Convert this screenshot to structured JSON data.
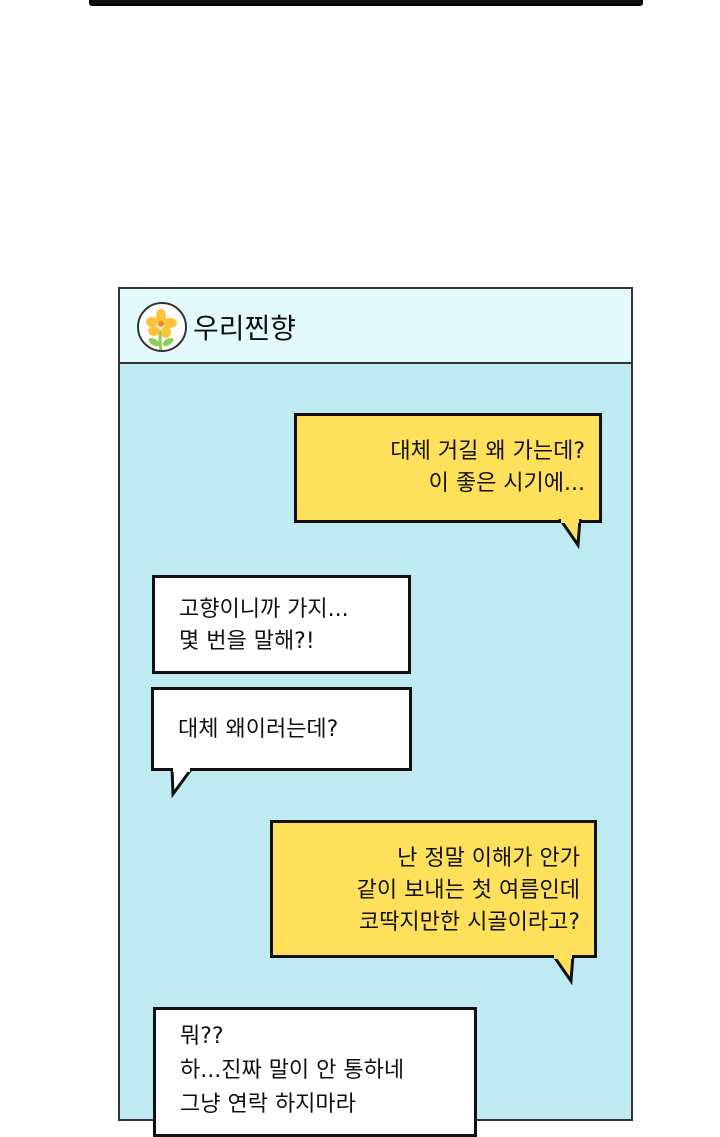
{
  "chat": {
    "title": "우리찐향",
    "avatar_icon": "flower-icon",
    "colors": {
      "header": "#e3fafd",
      "body": "#c0eaf1",
      "mine": "#ffe05a",
      "theirs": "#ffffff"
    },
    "messages": [
      {
        "side": "right",
        "lines": [
          "대체 거길 왜 가는데?",
          "이 좋은 시기에..."
        ]
      },
      {
        "side": "left",
        "lines": [
          "고향이니까 가지...",
          "몇 번을 말해?!"
        ]
      },
      {
        "side": "left",
        "lines": [
          "대체 왜이러는데?"
        ]
      },
      {
        "side": "right",
        "lines": [
          "난 정말 이해가 안가",
          "같이 보내는 첫 여름인데",
          "코딱지만한 시골이라고?"
        ]
      },
      {
        "side": "left",
        "lines": [
          "뭐??",
          "하...진짜 말이 안 통하네",
          "그냥 연락 하지마라"
        ]
      }
    ]
  }
}
